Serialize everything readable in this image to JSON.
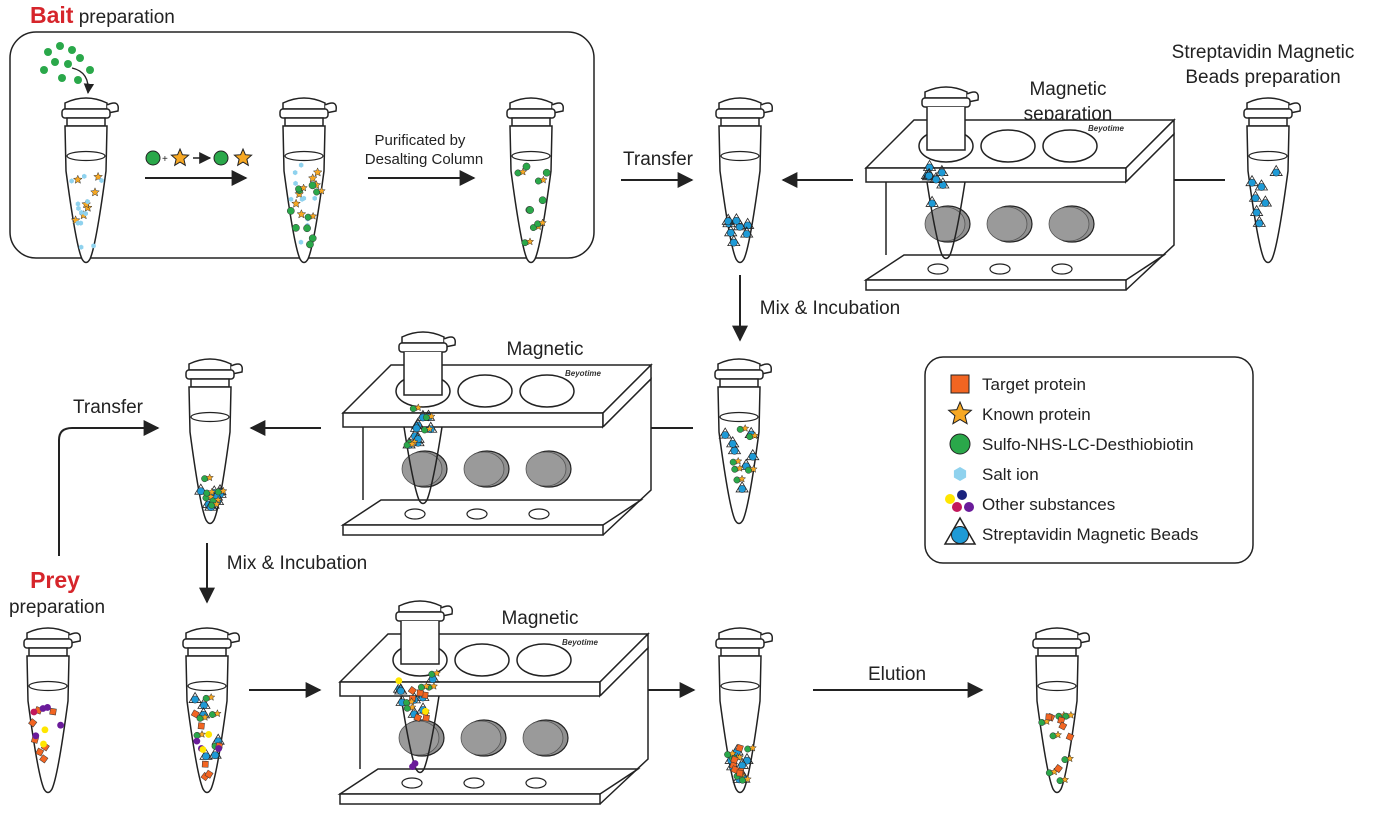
{
  "bait": {
    "title_bold": "Bait",
    "title_rest": " preparation"
  },
  "streptavidin_prep": {
    "line1": "Streptavidin Magnetic",
    "line2": "Beads preparation"
  },
  "prey": {
    "title_bold": "Prey",
    "title_rest": "preparation"
  },
  "steps": {
    "purify_line1": "Purificated by",
    "purify_line2": "Desalting Column",
    "transfer": "Transfer",
    "mix_incubation": "Mix & Incubation",
    "magnetic_line1": "Magnetic",
    "magnetic_line2": "separation",
    "elution": "Elution"
  },
  "rack_brand": "Beyotime",
  "legend": [
    {
      "label": "Target protein",
      "icon": "orange-square-icon",
      "color": "#f26522"
    },
    {
      "label": "Known protein",
      "icon": "orange-star-icon",
      "color": "#f7a823"
    },
    {
      "label": "Sulfo-NHS-LC-Desthiobiotin",
      "icon": "green-circle-icon",
      "color": "#2aa84a"
    },
    {
      "label": "Salt ion",
      "icon": "blue-hexagon-icon",
      "color": "#8fd2ee"
    },
    {
      "label": "Other substances",
      "icon": "colored-dots-icon",
      "color": "#6a1b9a"
    },
    {
      "label": "Streptavidin Magnetic Beads",
      "icon": "bead-triangle-icon",
      "color": "#1e9ad6"
    }
  ],
  "colors": {
    "red": "#d6252b",
    "orange": "#f26522",
    "star": "#f7a823",
    "green": "#2aa84a",
    "salt": "#8fd2ee",
    "bead": "#1e9ad6",
    "purple": "#6a1b9a",
    "navy": "#1a237e",
    "yellow": "#ffe600",
    "magenta": "#c2185b"
  }
}
